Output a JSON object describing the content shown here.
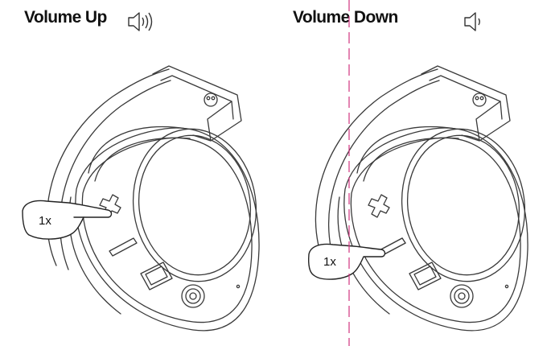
{
  "panels": [
    {
      "title": "Volume Up",
      "icon": "speaker-volume-up-icon",
      "press_label": "1x"
    },
    {
      "title": "Volume Down",
      "icon": "speaker-volume-down-icon",
      "press_label": "1x"
    }
  ],
  "colors": {
    "line": "#333333",
    "divider": "#d0327f",
    "text": "#111111"
  }
}
